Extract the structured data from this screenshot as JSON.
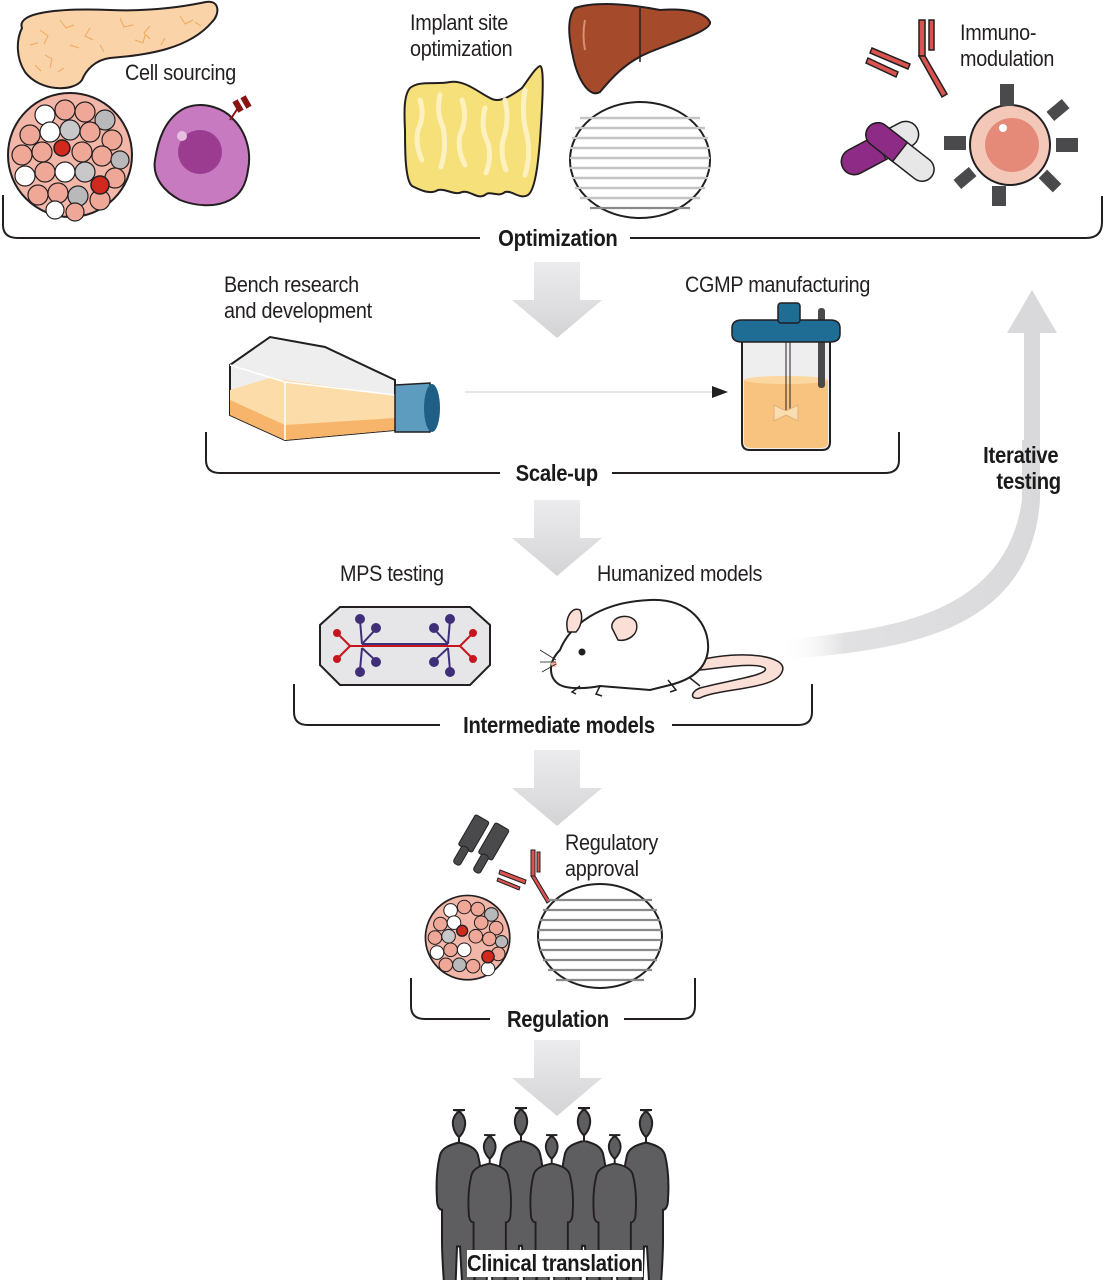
{
  "title": "Pathway from islet cell therapy optimization to clinical translation",
  "stages": {
    "optimization": {
      "label": "Optimization",
      "items": [
        {
          "label": "Cell sourcing",
          "icons": [
            "pancreas-icon",
            "islet-cluster-icon",
            "stem-cell-icon"
          ]
        },
        {
          "label": "Implant site\noptimization",
          "label_lines": [
            "Implant site",
            "optimization"
          ],
          "icons": [
            "omentum-tissue-icon",
            "liver-icon",
            "scaffold-icon"
          ]
        },
        {
          "label": "Immuno-\nmodulation",
          "label_lines": [
            "Immuno-",
            "modulation"
          ],
          "icons": [
            "antibody-icon",
            "capsule-pills-icon",
            "immune-cell-icon"
          ]
        }
      ]
    },
    "scale_up": {
      "label": "Scale-up",
      "items": [
        {
          "label_lines": [
            "Bench research",
            "and development"
          ],
          "icons": [
            "culture-flask-icon"
          ]
        },
        {
          "label_lines": [
            "CGMP manufacturing"
          ],
          "icons": [
            "bioreactor-icon"
          ]
        }
      ]
    },
    "intermediate_models": {
      "label": "Intermediate models",
      "items": [
        {
          "label_lines": [
            "MPS testing"
          ],
          "icons": [
            "microfluidic-chip-icon"
          ]
        },
        {
          "label_lines": [
            "Humanized models"
          ],
          "icons": [
            "mouse-icon"
          ]
        }
      ]
    },
    "regulation": {
      "label": "Regulation",
      "items": [
        {
          "label_lines": [
            "Regulatory",
            "approval"
          ],
          "icons": [
            "receptor-icon",
            "antibody-icon",
            "islet-cluster-icon",
            "scaffold-icon"
          ]
        }
      ]
    },
    "clinical_translation": {
      "label": "Clinical translation",
      "people_count": 7
    }
  },
  "feedback": {
    "label_lines": [
      "Iterative",
      "testing"
    ]
  },
  "colors": {
    "arrow_gray": "#d9d9db",
    "text": "#231f20",
    "pancreas": "#fbd3a8",
    "liver": "#a54a2a",
    "omentum": "#f6e07a",
    "stem_cell": "#c77ac0",
    "antibody": "#d9534f",
    "capsule": "#8e2b86",
    "immune_cell": "#f3c8b8",
    "bioreactor_lid": "#1f6c95",
    "media": "#f7c37e",
    "chip_purple": "#3e2f78",
    "chip_red": "#c4161c",
    "people": "#5e5d60"
  }
}
